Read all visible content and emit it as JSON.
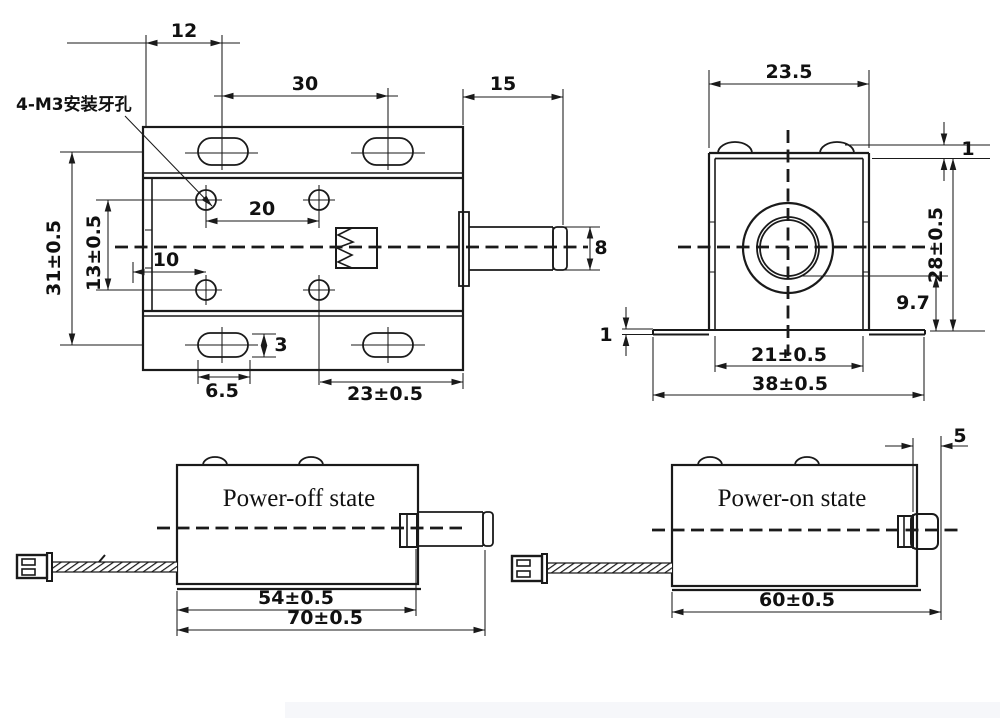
{
  "front_view": {
    "note": "4-M3安装牙孔",
    "dims": {
      "flange_offset": "12",
      "slot_pitch": "30",
      "plunger_length": "15",
      "hole_pitch_h": "20",
      "hole_inset": "10",
      "body_height": "31±0.5",
      "hole_pitch_v": "13±0.5",
      "plunger_dia": "8",
      "slot_height": "3",
      "slot_width": "6.5",
      "hole_to_edge": "23±0.5"
    }
  },
  "side_view": {
    "dims": {
      "top_width": "23.5",
      "plate_thickness": "1",
      "body_height": "28±0.5",
      "flange_drop": "9.7",
      "flange_thickness": "1",
      "inner_width": "21±0.5",
      "overall_width": "38±0.5"
    }
  },
  "power_off_view": {
    "title": "Power-off state",
    "dims": {
      "body_length": "54±0.5",
      "overall_length": "70±0.5"
    }
  },
  "power_on_view": {
    "title": "Power-on state",
    "dims": {
      "travel": "5",
      "overall_length": "60±0.5"
    }
  },
  "colors": {
    "line": "#1a1a1a",
    "background": "#ffffff"
  }
}
